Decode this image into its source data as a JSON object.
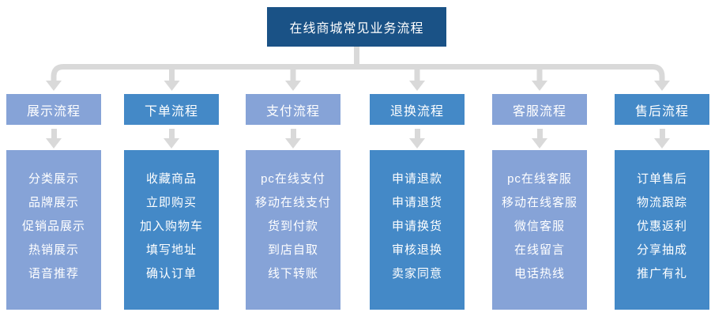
{
  "title": "在线商城常见业务流程",
  "colors": {
    "root": "#1a5286",
    "light": "#86a3d7",
    "bright": "#4489c7",
    "connector": "#d9d9d9"
  },
  "columns": [
    {
      "header": "展示流程",
      "tone": "light",
      "items": [
        "分类展示",
        "品牌展示",
        "促销品展示",
        "热销展示",
        "语音推荐"
      ]
    },
    {
      "header": "下单流程",
      "tone": "bright",
      "items": [
        "收藏商品",
        "立即购买",
        "加入购物车",
        "填写地址",
        "确认订单"
      ]
    },
    {
      "header": "支付流程",
      "tone": "light",
      "items": [
        "pc在线支付",
        "移动在线支付",
        "货到付款",
        "到店自取",
        "线下转账"
      ]
    },
    {
      "header": "退换流程",
      "tone": "bright",
      "items": [
        "申请退款",
        "申请退货",
        "申请换货",
        "审核退换",
        "卖家同意"
      ]
    },
    {
      "header": "客服流程",
      "tone": "light",
      "items": [
        "pc在线客服",
        "移动在线客服",
        "微信客服",
        "在线留言",
        "电话热线"
      ]
    },
    {
      "header": "售后流程",
      "tone": "bright",
      "items": [
        "订单售后",
        "物流跟踪",
        "优惠返利",
        "分享抽成",
        "推广有礼"
      ]
    }
  ]
}
